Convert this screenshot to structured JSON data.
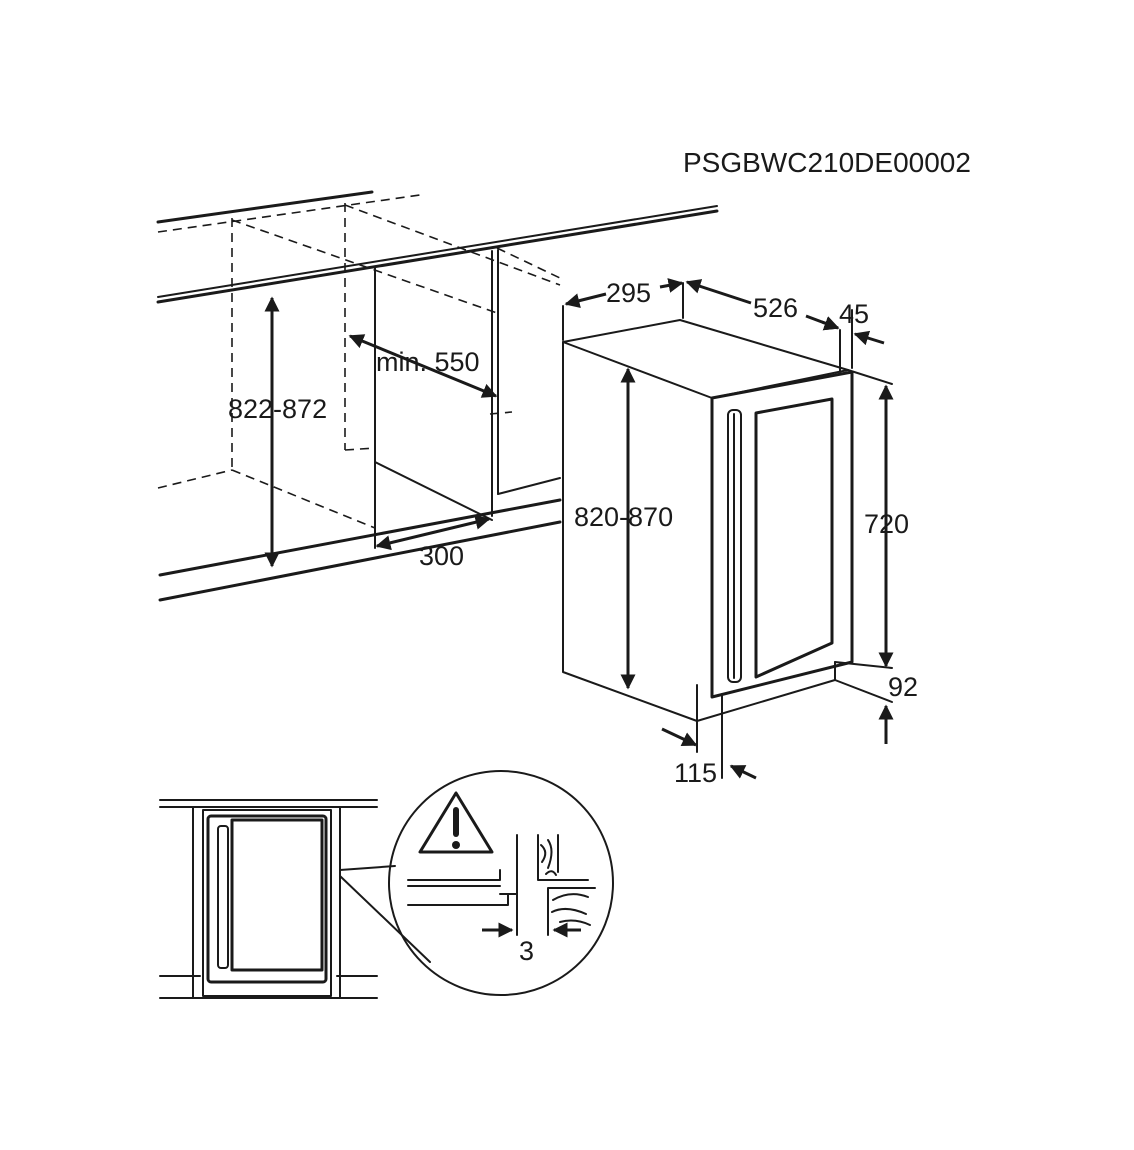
{
  "model_code": "PSGBWC210DE00002",
  "niche": {
    "height_label": "822-872",
    "width_label": "min. 550",
    "depth_label": "300"
  },
  "appliance": {
    "depth_label": "295",
    "total_depth_label": "526",
    "door_offset_label": "45",
    "height_label": "820-870",
    "door_height_label": "720",
    "plinth_height_label": "92",
    "plinth_depth_label": "115"
  },
  "detail": {
    "gap_label": "3",
    "warning_icon": "warning-triangle-icon"
  }
}
